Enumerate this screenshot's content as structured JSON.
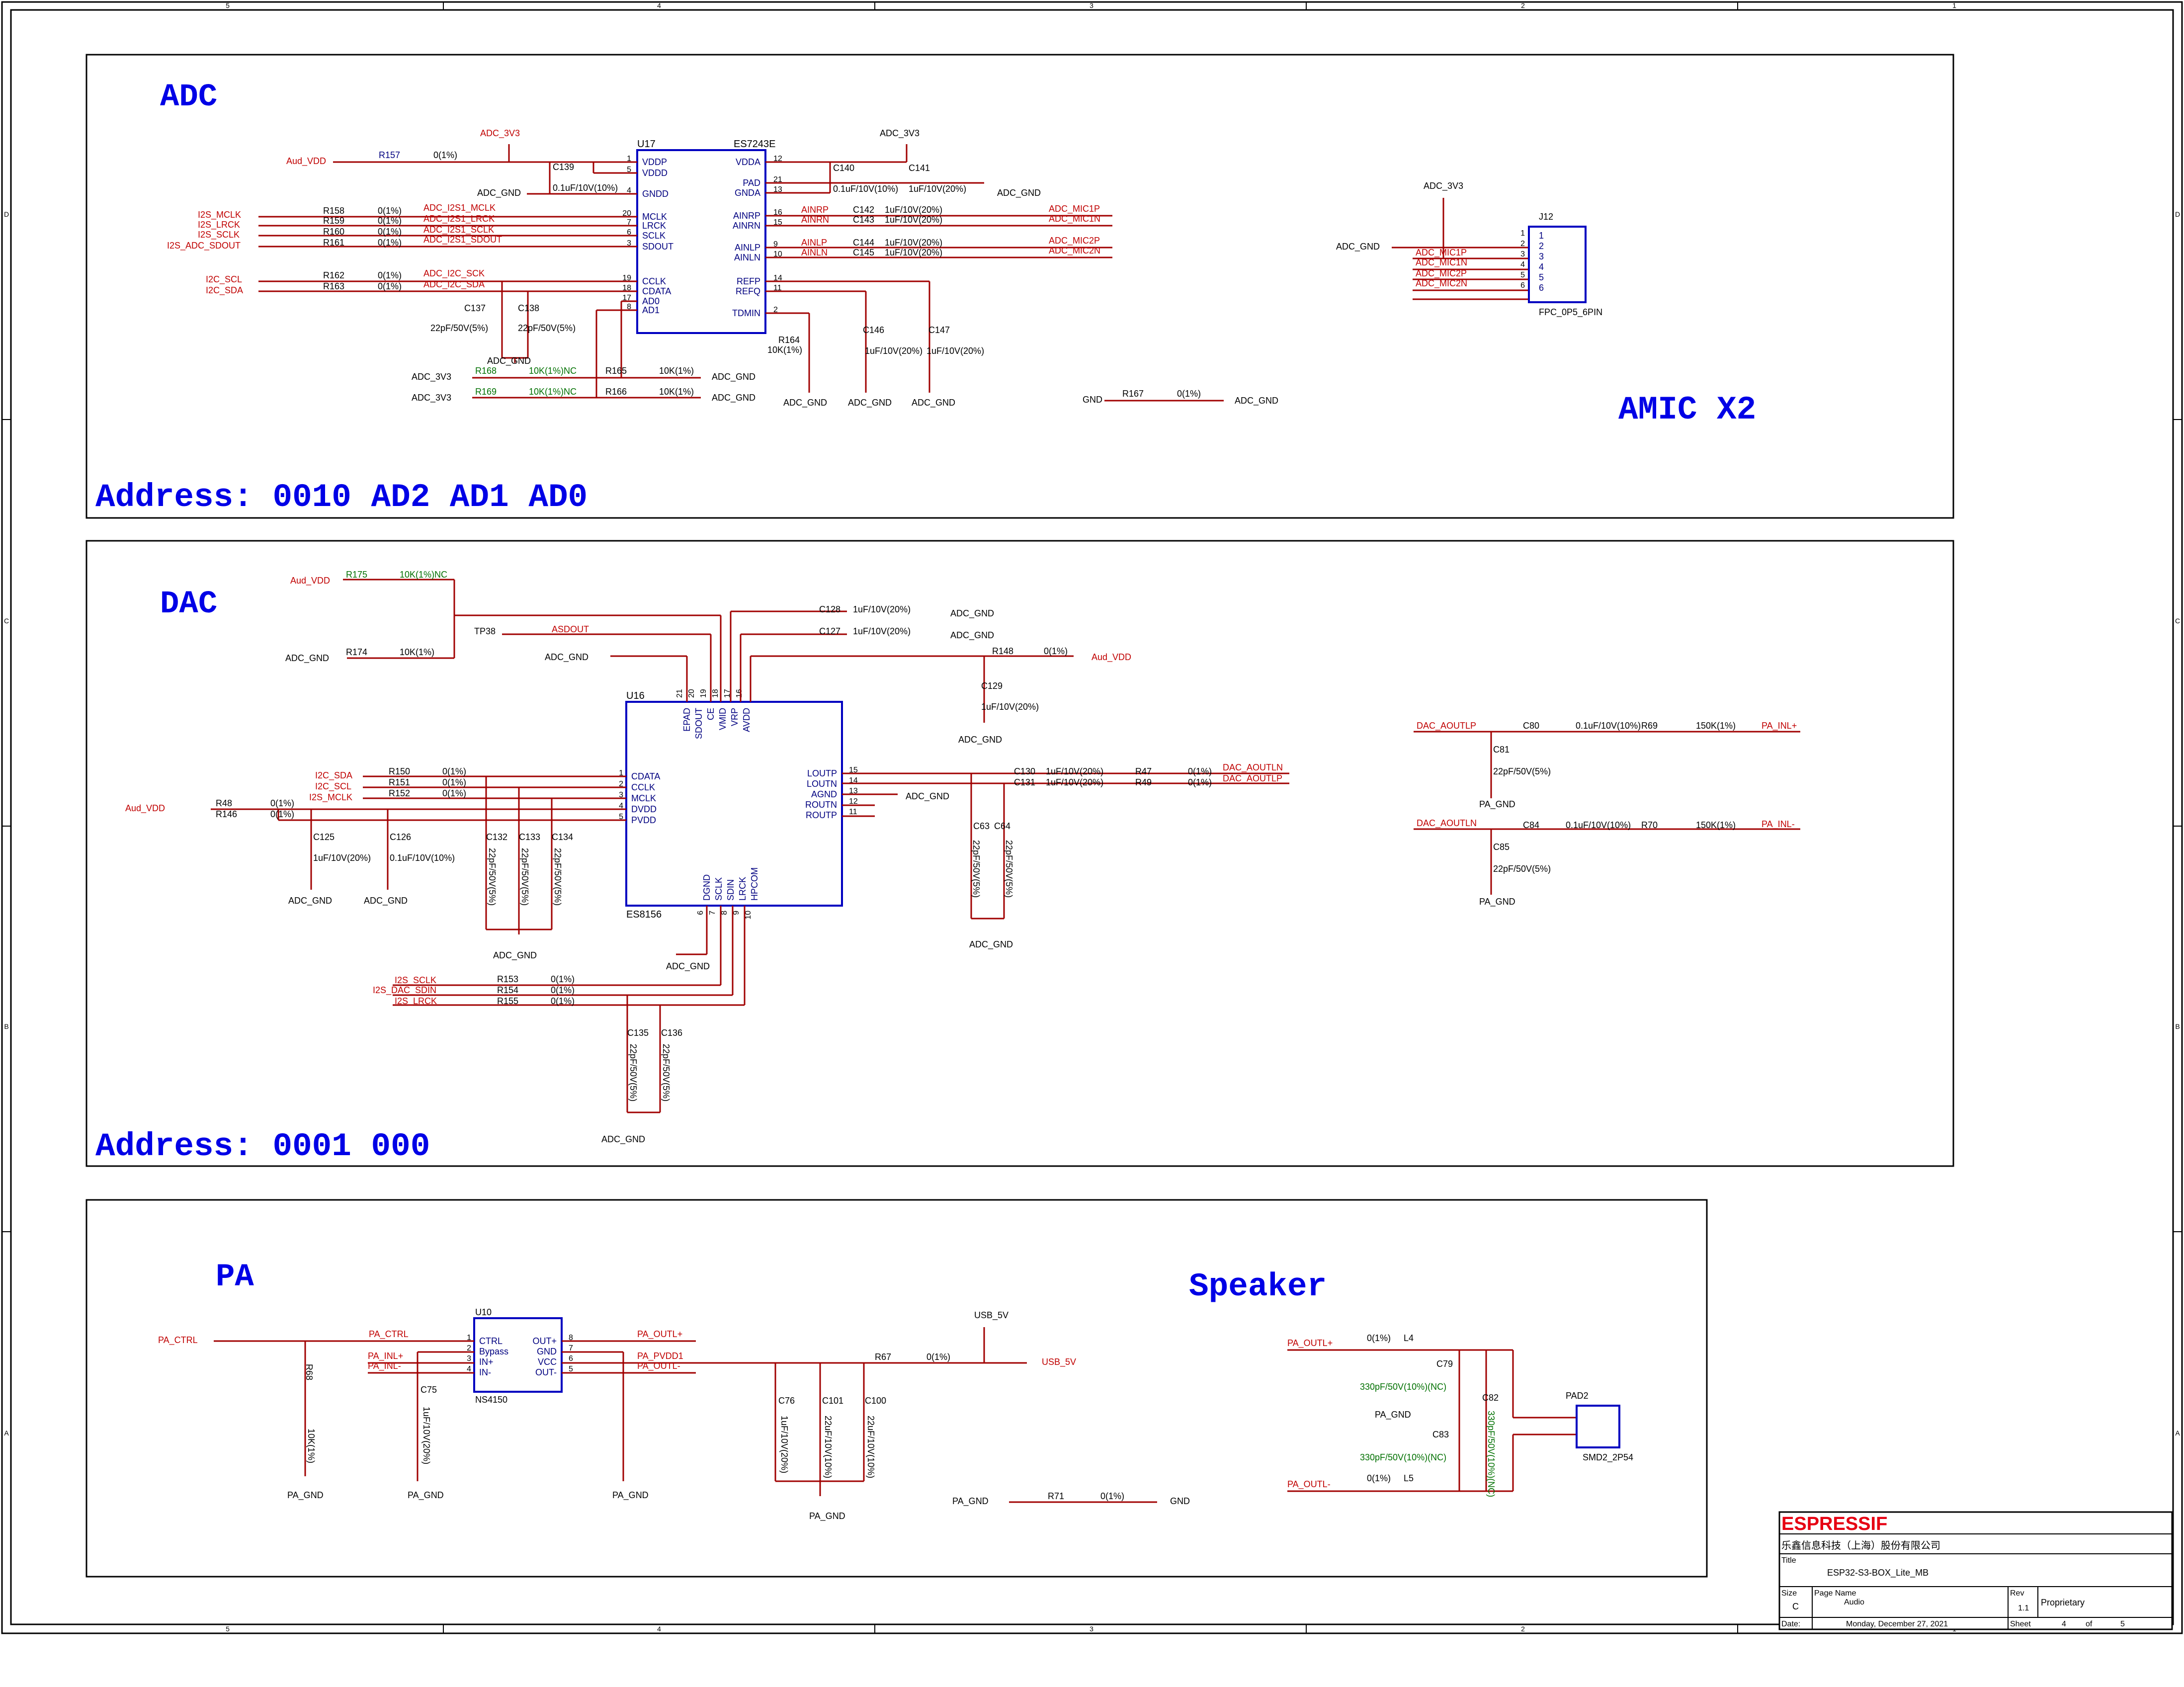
{
  "colors": {
    "section": "#0000e6",
    "net": "#c00000",
    "label": "#000080",
    "green": "#007000",
    "brand": "#e60012"
  },
  "sections": {
    "adc": {
      "title": "ADC",
      "address": "Address: 0010 AD2 AD1 AD0",
      "note": "AMIC X2"
    },
    "dac": {
      "title": "DAC",
      "address": "Address: 0001 000"
    },
    "pa": {
      "title": "PA",
      "speaker": "Speaker"
    }
  },
  "frame": {
    "cols": [
      "5",
      "4",
      "3",
      "2",
      "1"
    ],
    "rows": [
      "D",
      "C",
      "B",
      "A"
    ]
  },
  "adc": {
    "u17": {
      "ref": "U17",
      "part": "ES7243E",
      "left_pins": [
        {
          "num": "1",
          "name": "VDDP"
        },
        {
          "num": "5",
          "name": "VDDD"
        },
        {
          "num": "4",
          "name": "GNDD"
        },
        {
          "num": "20",
          "name": "MCLK"
        },
        {
          "num": "7",
          "name": "LRCK"
        },
        {
          "num": "6",
          "name": "SCLK"
        },
        {
          "num": "3",
          "name": "SDOUT"
        },
        {
          "num": "19",
          "name": "CCLK"
        },
        {
          "num": "18",
          "name": "CDATA"
        },
        {
          "num": "17",
          "name": "AD0"
        },
        {
          "num": "8",
          "name": "AD1"
        }
      ],
      "right_pins": [
        {
          "num": "12",
          "name": "VDDA"
        },
        {
          "num": "21",
          "name": "PAD"
        },
        {
          "num": "13",
          "name": "GNDA"
        },
        {
          "num": "16",
          "name": "AINRP"
        },
        {
          "num": "15",
          "name": "AINRN"
        },
        {
          "num": "9",
          "name": "AINLP"
        },
        {
          "num": "10",
          "name": "AINLN"
        },
        {
          "num": "14",
          "name": "REFP"
        },
        {
          "num": "11",
          "name": "REFQ"
        },
        {
          "num": "2",
          "name": "TDMIN"
        }
      ]
    },
    "nets": [
      "ADC_3V3",
      "Aud_VDD",
      "ADC_GND",
      "I2S_MCLK",
      "I2S_LRCK",
      "I2S_SCLK",
      "I2S_ADC_SDOUT",
      "I2C_SCL",
      "I2C_SDA",
      "ADC_I2S1_MCLK",
      "ADC_I2S1_LRCK",
      "ADC_I2S1_SCLK",
      "ADC_I2S1_SDOUT",
      "ADC_I2C_SCK",
      "ADC_I2C_SDA",
      "AINRP",
      "AINRN",
      "AINLP",
      "AINLN",
      "ADC_MIC1P",
      "ADC_MIC1N",
      "ADC_MIC2P",
      "ADC_MIC2N",
      "GND"
    ],
    "parts": [
      {
        "ref": "R157",
        "val": "0(1%)"
      },
      {
        "ref": "C139",
        "val": "0.1uF/10V(10%)"
      },
      {
        "ref": "R158",
        "val": "0(1%)"
      },
      {
        "ref": "R159",
        "val": "0(1%)"
      },
      {
        "ref": "R160",
        "val": "0(1%)"
      },
      {
        "ref": "R161",
        "val": "0(1%)"
      },
      {
        "ref": "R162",
        "val": "0(1%)"
      },
      {
        "ref": "R163",
        "val": "0(1%)"
      },
      {
        "ref": "C137",
        "val": "22pF/50V(5%)"
      },
      {
        "ref": "C138",
        "val": "22pF/50V(5%)"
      },
      {
        "ref": "R168",
        "val": "10K(1%)NC"
      },
      {
        "ref": "R165",
        "val": "10K(1%)"
      },
      {
        "ref": "R169",
        "val": "10K(1%)NC"
      },
      {
        "ref": "R166",
        "val": "10K(1%)"
      },
      {
        "ref": "C140",
        "val": "0.1uF/10V(10%)"
      },
      {
        "ref": "C141",
        "val": "1uF/10V(20%)"
      },
      {
        "ref": "C142",
        "val": "1uF/10V(20%)"
      },
      {
        "ref": "C143",
        "val": "1uF/10V(20%)"
      },
      {
        "ref": "C144",
        "val": "1uF/10V(20%)"
      },
      {
        "ref": "C145",
        "val": "1uF/10V(20%)"
      },
      {
        "ref": "C146",
        "val": "1uF/10V(20%)"
      },
      {
        "ref": "C147",
        "val": "1uF/10V(20%)"
      },
      {
        "ref": "R164",
        "val": "10K(1%)"
      },
      {
        "ref": "R167",
        "val": "0(1%)"
      }
    ],
    "j12": {
      "ref": "J12",
      "part": "FPC_0P5_6PIN",
      "pins": [
        "1",
        "2",
        "3",
        "4",
        "5",
        "6"
      ]
    }
  },
  "dac": {
    "u16": {
      "ref": "U16",
      "part": "ES8156",
      "top_pins": [
        {
          "num": "21",
          "name": "EPAD"
        },
        {
          "num": "20",
          "name": "SDOUT"
        },
        {
          "num": "19",
          "name": "CE"
        },
        {
          "num": "18",
          "name": "VMID"
        },
        {
          "num": "17",
          "name": "VRP"
        },
        {
          "num": "16",
          "name": "AVDD"
        }
      ],
      "left_pins": [
        {
          "num": "1",
          "name": "CDATA"
        },
        {
          "num": "2",
          "name": "CCLK"
        },
        {
          "num": "3",
          "name": "MCLK"
        },
        {
          "num": "4",
          "name": "DVDD"
        },
        {
          "num": "5",
          "name": "PVDD"
        }
      ],
      "right_pins": [
        {
          "num": "15",
          "name": "LOUTP"
        },
        {
          "num": "14",
          "name": "LOUTN"
        },
        {
          "num": "13",
          "name": "AGND"
        },
        {
          "num": "12",
          "name": "ROUTN"
        },
        {
          "num": "11",
          "name": "ROUTP"
        }
      ],
      "bottom_pins": [
        {
          "num": "6",
          "name": "DGND"
        },
        {
          "num": "7",
          "name": "SCLK"
        },
        {
          "num": "8",
          "name": "SDIN"
        },
        {
          "num": "9",
          "name": "LRCK"
        },
        {
          "num": "10",
          "name": "HPCOM"
        }
      ]
    },
    "nets": [
      "Aud_VDD",
      "ADC_GND",
      "ASDOUT",
      "I2C_SDA",
      "I2C_SCL",
      "I2S_MCLK",
      "I2S_SCLK",
      "I2S_DAC_SDIN",
      "I2S_LRCK",
      "DAC_AOUTLN",
      "DAC_AOUTLP",
      "PA_INL+",
      "PA_INL-",
      "PA_GND"
    ],
    "parts": [
      {
        "ref": "R175",
        "val": "10K(1%)NC"
      },
      {
        "ref": "R174",
        "val": "10K(1%)"
      },
      {
        "ref": "TP38",
        "val": ""
      },
      {
        "ref": "C128",
        "val": "1uF/10V(20%)"
      },
      {
        "ref": "C127",
        "val": "1uF/10V(20%)"
      },
      {
        "ref": "R148",
        "val": "0(1%)"
      },
      {
        "ref": "C129",
        "val": "1uF/10V(20%)"
      },
      {
        "ref": "R150",
        "val": "0(1%)"
      },
      {
        "ref": "R151",
        "val": "0(1%)"
      },
      {
        "ref": "R152",
        "val": "0(1%)"
      },
      {
        "ref": "R48",
        "val": "0(1%)"
      },
      {
        "ref": "R146",
        "val": "0(1%)"
      },
      {
        "ref": "C125",
        "val": "1uF/10V(20%)"
      },
      {
        "ref": "C126",
        "val": "0.1uF/10V(10%)"
      },
      {
        "ref": "C132",
        "val": "22pF/50V(5%)"
      },
      {
        "ref": "C133",
        "val": "22pF/50V(5%)"
      },
      {
        "ref": "C134",
        "val": "22pF/50V(5%)"
      },
      {
        "ref": "C130",
        "val": "1uF/10V(20%)"
      },
      {
        "ref": "C131",
        "val": "1uF/10V(20%)"
      },
      {
        "ref": "R47",
        "val": "0(1%)"
      },
      {
        "ref": "R49",
        "val": "0(1%)"
      },
      {
        "ref": "C63",
        "val": "22pF/50V(5%)"
      },
      {
        "ref": "C64",
        "val": "22pF/50V(5%)"
      },
      {
        "ref": "R153",
        "val": "0(1%)"
      },
      {
        "ref": "R154",
        "val": "0(1%)"
      },
      {
        "ref": "R155",
        "val": "0(1%)"
      },
      {
        "ref": "C135",
        "val": "22pF/50V(5%)"
      },
      {
        "ref": "C136",
        "val": "22pF/50V(5%)"
      },
      {
        "ref": "C80",
        "val": "0.1uF/10V(10%)"
      },
      {
        "ref": "R69",
        "val": "150K(1%)"
      },
      {
        "ref": "C81",
        "val": "22pF/50V(5%)"
      },
      {
        "ref": "C84",
        "val": "0.1uF/10V(10%)"
      },
      {
        "ref": "R70",
        "val": "150K(1%)"
      },
      {
        "ref": "C85",
        "val": "22pF/50V(5%)"
      }
    ]
  },
  "pa": {
    "u10": {
      "ref": "U10",
      "part": "NS4150",
      "left_pins": [
        {
          "num": "1",
          "name": "CTRL"
        },
        {
          "num": "2",
          "name": "Bypass"
        },
        {
          "num": "3",
          "name": "IN+"
        },
        {
          "num": "4",
          "name": "IN-"
        }
      ],
      "right_pins": [
        {
          "num": "8",
          "name": "OUT+"
        },
        {
          "num": "7",
          "name": "GND"
        },
        {
          "num": "6",
          "name": "VCC"
        },
        {
          "num": "5",
          "name": "OUT-"
        }
      ]
    },
    "nets": [
      "PA_CTRL",
      "PA_INL+",
      "PA_INL-",
      "PA_OUTL+",
      "PA_PVDD1",
      "PA_OUTL-",
      "USB_5V",
      "PA_GND",
      "GND"
    ],
    "parts": [
      {
        "ref": "R68",
        "val": "10K(1%)"
      },
      {
        "ref": "C75",
        "val": "1uF/10V(20%)"
      },
      {
        "ref": "C76",
        "val": "1uF/10V(20%)"
      },
      {
        "ref": "C101",
        "val": "22uF/10V(10%)"
      },
      {
        "ref": "C100",
        "val": "22uF/10V(10%)"
      },
      {
        "ref": "R67",
        "val": "0(1%)"
      },
      {
        "ref": "R71",
        "val": "0(1%)"
      },
      {
        "ref": "L4",
        "val": "0(1%)"
      },
      {
        "ref": "L5",
        "val": "0(1%)"
      },
      {
        "ref": "C79",
        "val": "330pF/50V(10%)(NC)"
      },
      {
        "ref": "C83",
        "val": "330pF/50V(10%)(NC)"
      },
      {
        "ref": "C82",
        "val": "330pF/50V(10%)(NC)"
      }
    ],
    "pad2": {
      "ref": "PAD2",
      "part": "SMD2_2P54"
    }
  },
  "title_block": {
    "company_logo": "ESPRESSIF",
    "company_cn": "乐鑫信息科技（上海）股份有限公司",
    "title_label": "Title",
    "title": "ESP32-S3-BOX_Lite_MB",
    "size_label": "Size",
    "size": "C",
    "page_name_label": "Page Name",
    "page_name": "Audio",
    "rev_label": "Rev",
    "rev": "1.1",
    "proprietary": "Proprietary",
    "date_label": "Date:",
    "date": "Monday, December 27, 2021",
    "sheet_label": "Sheet",
    "sheet": "4",
    "of_label": "of",
    "total": "5"
  }
}
